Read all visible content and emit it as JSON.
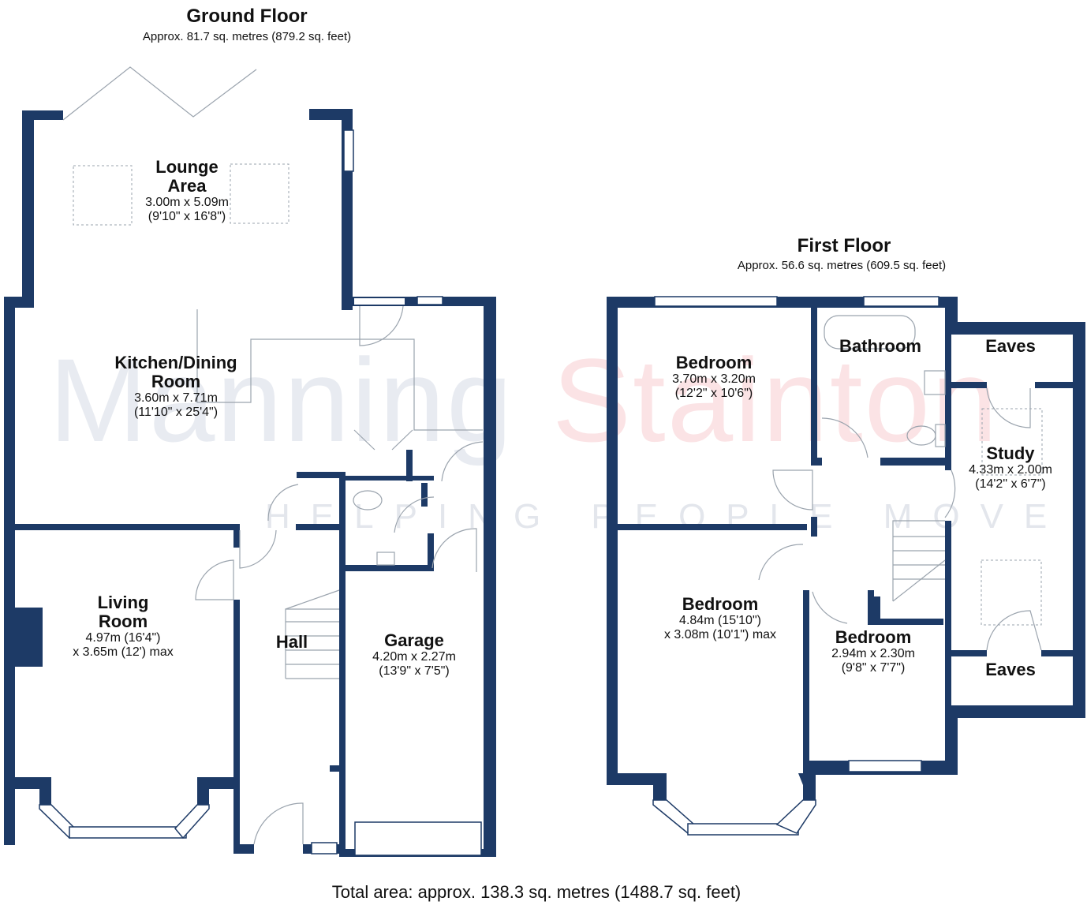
{
  "watermark": {
    "brand_left": "Manning",
    "brand_right": "Stainton",
    "tagline": "HELPING PEOPLE MOVE",
    "color_left": "#e8ebf1",
    "color_right": "#fbe3e5",
    "color_tag": "#e3e6ec"
  },
  "colors": {
    "wall": "#1d3a66",
    "fixture": "#9aa3ad"
  },
  "ground_floor": {
    "title": "Ground Floor",
    "area": "Approx. 81.7 sq. metres (879.2 sq. feet)",
    "rooms": [
      {
        "name": "Lounge\nArea",
        "dim1": "3.00m x 5.09m",
        "dim2": "(9'10\" x 16'8\")"
      },
      {
        "name": "Kitchen/Dining\nRoom",
        "dim1": "3.60m x 7.71m",
        "dim2": "(11'10\" x 25'4\")"
      },
      {
        "name": "Living\nRoom",
        "dim1": "4.97m (16'4\")",
        "dim2": "x 3.65m (12') max"
      },
      {
        "name": "Hall",
        "dim1": "",
        "dim2": ""
      },
      {
        "name": "Garage",
        "dim1": "4.20m x 2.27m",
        "dim2": "(13'9\" x 7'5\")"
      }
    ]
  },
  "first_floor": {
    "title": "First Floor",
    "area": "Approx. 56.6 sq. metres (609.5 sq. feet)",
    "rooms": [
      {
        "name": "Bedroom",
        "dim1": "3.70m x 3.20m",
        "dim2": "(12'2\" x 10'6\")"
      },
      {
        "name": "Bathroom",
        "dim1": "",
        "dim2": ""
      },
      {
        "name": "Eaves",
        "dim1": "",
        "dim2": ""
      },
      {
        "name": "Study",
        "dim1": "4.33m x 2.00m",
        "dim2": "(14'2\" x 6'7\")"
      },
      {
        "name": "Bedroom",
        "dim1": "4.84m (15'10\")",
        "dim2": "x 3.08m (10'1\") max"
      },
      {
        "name": "Bedroom",
        "dim1": "2.94m x 2.30m",
        "dim2": "(9'8\" x 7'7\")"
      },
      {
        "name": "Eaves",
        "dim1": "",
        "dim2": ""
      }
    ]
  },
  "total_area": "Total area: approx. 138.3 sq. metres (1488.7 sq. feet)"
}
